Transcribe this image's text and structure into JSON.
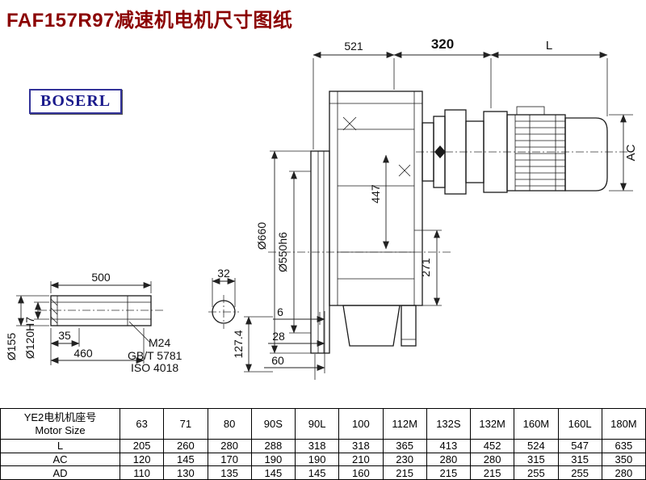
{
  "page": {
    "title": "FAF157R97减速机电机尺寸图纸",
    "logo_text": "BOSERL"
  },
  "drawing": {
    "labels": {
      "d521": "521",
      "d320": "320",
      "dL": "L",
      "dAC": "AC",
      "d660": "Ø660",
      "d550h6": "Ø550h6",
      "d447": "447",
      "d271": "271",
      "d6": "6",
      "d28": "28",
      "d60": "60",
      "d127_4": "127.4",
      "d500": "500",
      "d32": "32",
      "d35": "35",
      "d460": "460",
      "d155": "Ø155",
      "d120h7": "Ø120H7",
      "m24": "M24",
      "gbt5781": "GB/T 5781",
      "iso4018": "ISO 4018"
    }
  },
  "table": {
    "header": {
      "label_line1": "YE2电机机座号",
      "label_line2": "Motor Size",
      "sizes": [
        "63",
        "71",
        "80",
        "90S",
        "90L",
        "100",
        "112M",
        "132S",
        "132M",
        "160M",
        "160L",
        "180M"
      ]
    },
    "rows": [
      {
        "label": "L",
        "values": [
          "205",
          "260",
          "280",
          "288",
          "318",
          "318",
          "365",
          "413",
          "452",
          "524",
          "547",
          "635"
        ]
      },
      {
        "label": "AC",
        "values": [
          "120",
          "145",
          "170",
          "190",
          "190",
          "210",
          "230",
          "280",
          "280",
          "315",
          "315",
          "350"
        ]
      },
      {
        "label": "AD",
        "values": [
          "110",
          "130",
          "135",
          "145",
          "145",
          "160",
          "215",
          "215",
          "215",
          "255",
          "255",
          "280"
        ]
      }
    ]
  }
}
